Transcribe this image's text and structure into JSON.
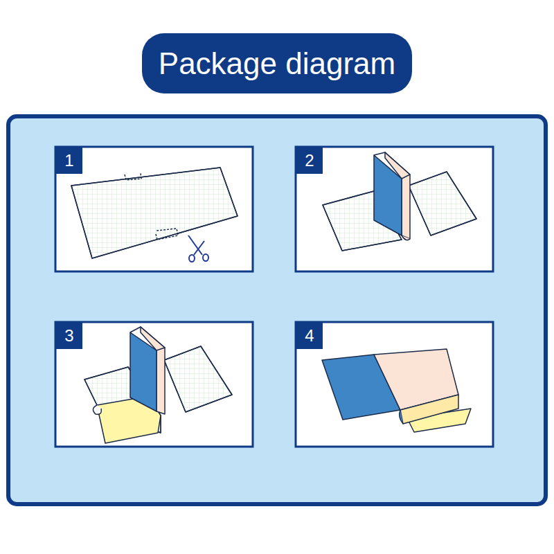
{
  "diagram": {
    "title": "Package diagram",
    "nodes": [
      {
        "text": [
          "1"
        ]
      },
      {
        "text": [
          "2"
        ]
      },
      {
        "text": [
          "3"
        ]
      },
      {
        "text": [
          "4"
        ]
      }
    ],
    "edges": []
  }
}
